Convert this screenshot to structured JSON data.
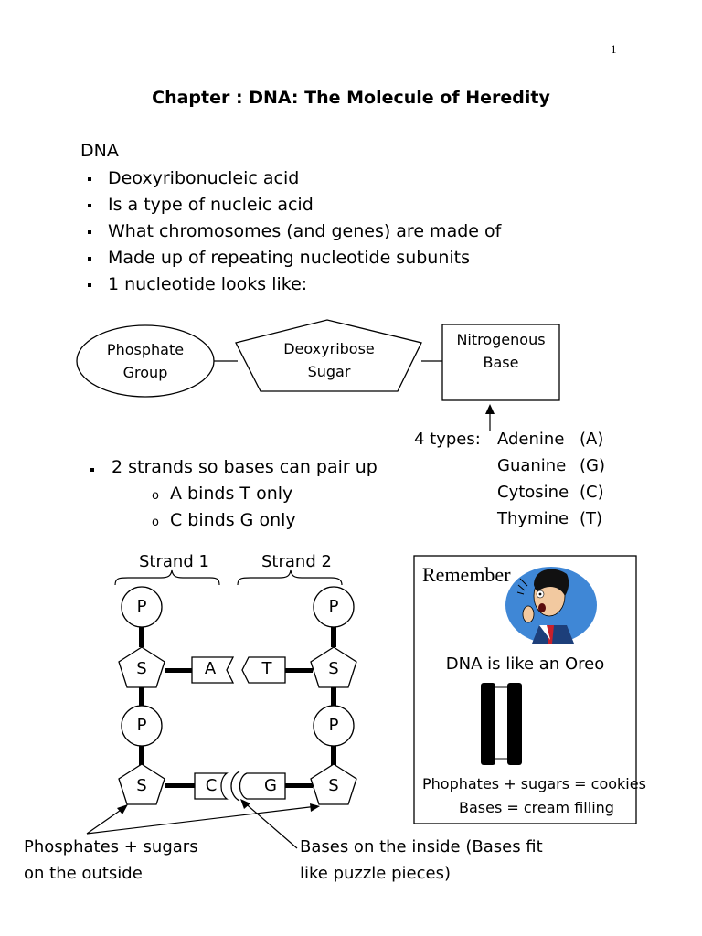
{
  "page_number": "1",
  "title": "Chapter :  DNA:  The Molecule of Heredity",
  "dna_heading": "DNA",
  "bullets": [
    "Deoxyribonucleic acid",
    "Is a type of nucleic acid",
    "What chromosomes (and genes) are made of",
    "Made up of repeating nucleotide subunits",
    "1 nucleotide looks like:"
  ],
  "nucleotide": {
    "phosphate": [
      "Phosphate",
      "Group"
    ],
    "sugar": [
      "Deoxyribose",
      "Sugar"
    ],
    "base": [
      "Nitrogenous",
      "Base"
    ]
  },
  "types_label": "4 types:",
  "base_types": [
    {
      "name": "Adenine",
      "abbr": "(A)"
    },
    {
      "name": "Guanine",
      "abbr": "(G)"
    },
    {
      "name": "Cytosine",
      "abbr": "(C)"
    },
    {
      "name": "Thymine",
      "abbr": "(T)"
    }
  ],
  "pairing": {
    "bullet": "2 strands so bases can pair up",
    "rules": [
      "A binds T only",
      "C binds G only"
    ]
  },
  "strand_diagram": {
    "strand1": "Strand 1",
    "strand2": "Strand 2",
    "phosphate": "P",
    "sugar": "S",
    "bases": {
      "a": "A",
      "t": "T",
      "c": "C",
      "g": "G"
    }
  },
  "captions": {
    "outside": [
      "Phosphates + sugars",
      "on the outside"
    ],
    "inside": [
      "Bases on the inside (Bases fit",
      "like puzzle pieces)"
    ]
  },
  "remember_box": {
    "title": "Remember",
    "line": "DNA is like an Oreo",
    "equation1_left": "Phophates + sugars",
    "equation1_right": " = cookies",
    "equation2": "Bases = cream filling"
  }
}
